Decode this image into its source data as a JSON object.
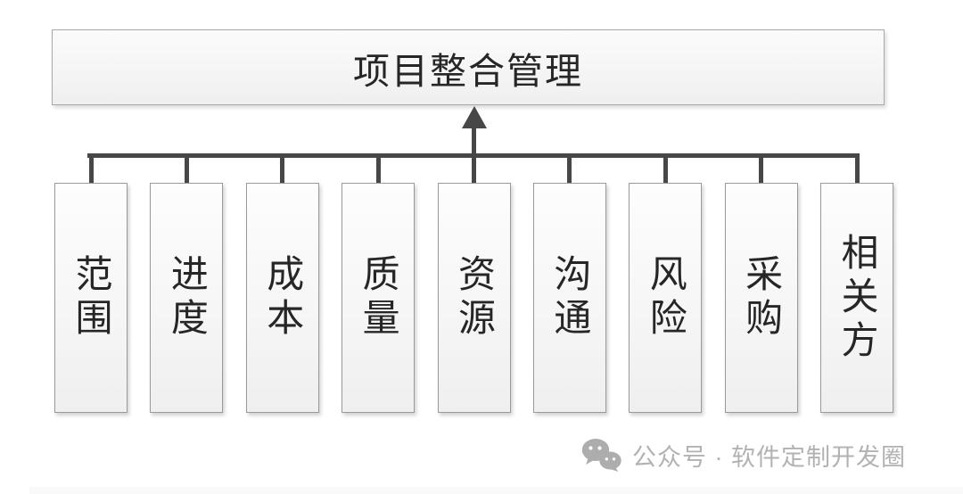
{
  "diagram": {
    "title": "项目整合管理",
    "branches": [
      {
        "label": "范围"
      },
      {
        "label": "进度"
      },
      {
        "label": "成本"
      },
      {
        "label": "质量"
      },
      {
        "label": "资源"
      },
      {
        "label": "沟通"
      },
      {
        "label": "风险"
      },
      {
        "label": "采购"
      },
      {
        "label": "相关方"
      }
    ]
  },
  "watermark": {
    "icon": "wechat-icon",
    "text": "公众号 · 软件定制开发圈"
  },
  "colors": {
    "connector": "#474747",
    "box_border": "#9a9a9a",
    "box_fill_top": "#fdfdfd",
    "box_fill_bottom": "#efefef",
    "text": "#262626",
    "watermark": "#b2b2b2",
    "background": "#ffffff"
  }
}
